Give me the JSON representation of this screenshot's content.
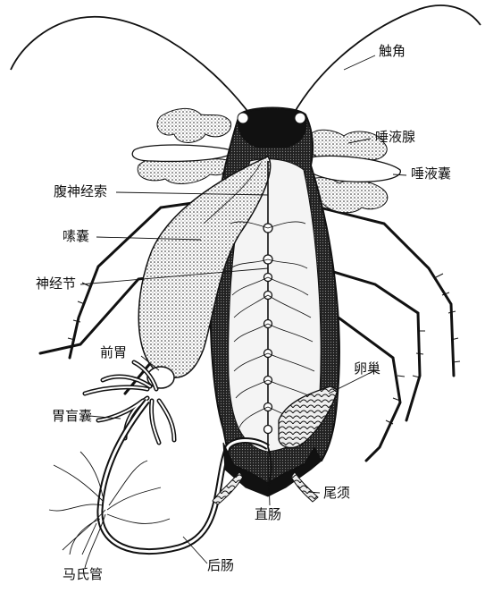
{
  "diagram": {
    "subject": "cockroach-internal-anatomy",
    "colors": {
      "ink": "#111111",
      "paper": "#ffffff",
      "body": "#1a1a1a",
      "gray": "#4d4d4d",
      "light": "#d8d8d8"
    },
    "labels": {
      "antenna": "触角",
      "salivary_gland": "唾液腺",
      "salivary_reservoir": "唾液囊",
      "ventral_nerve_cord": "腹神经索",
      "crop": "嗉囊",
      "ganglion": "神经节",
      "proventriculus": "前胃",
      "ovary": "卵巢",
      "gastric_caeca": "胃盲囊",
      "cerci": "尾须",
      "rectum": "直肠",
      "hindgut": "后肠",
      "malpighian_tubules": "马氏管"
    }
  }
}
